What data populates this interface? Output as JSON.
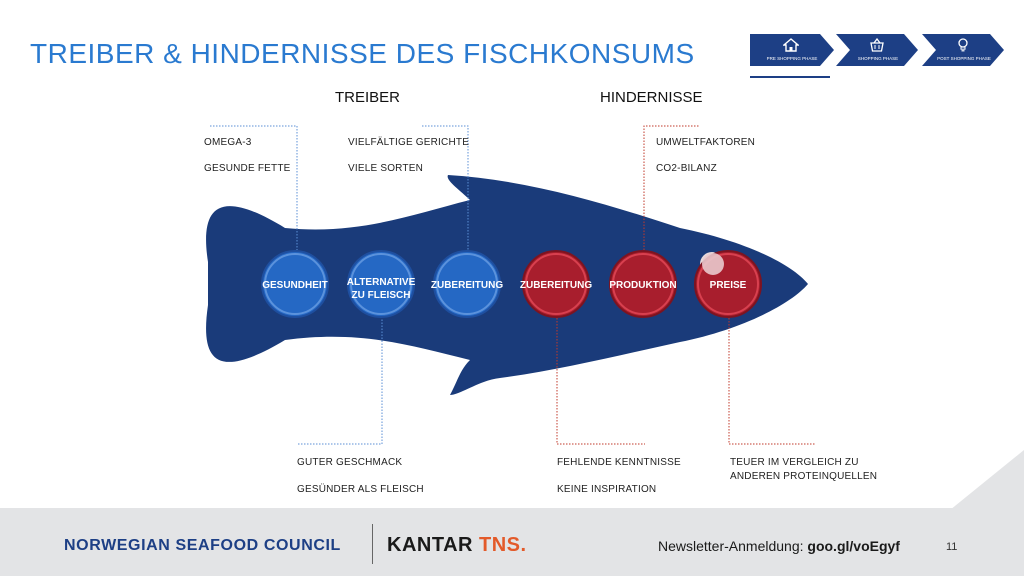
{
  "title": "TREIBER & HINDERNISSE DES FISCHKONSUMS",
  "phases": [
    {
      "label": "PRE SHOPPING PHASE",
      "icon": "house-icon"
    },
    {
      "label": "SHOPPING PHASE",
      "icon": "basket-icon"
    },
    {
      "label": "POST SHOPPING PHASE",
      "icon": "lightbulb-icon"
    }
  ],
  "headers": {
    "drivers": "TREIBER",
    "barriers": "HINDERNISSE"
  },
  "drivers": [
    {
      "circle": "GESUNDHEIT",
      "notes": [
        "OMEGA-3",
        "GESUNDE FETTE"
      ]
    },
    {
      "circle_line1": "ALTERNATIVE",
      "circle_line2": "ZU FLEISCH",
      "notes": [
        "GUTER GESCHMACK",
        "GESÜNDER ALS FLEISCH"
      ]
    },
    {
      "circle": "ZUBEREITUNG",
      "notes": [
        "VIELFÄLTIGE GERICHTE",
        "VIELE SORTEN"
      ]
    }
  ],
  "barriers": [
    {
      "circle": "ZUBEREITUNG",
      "notes": [
        "FEHLENDE KENNTNISSE",
        "KEINE INSPIRATION"
      ]
    },
    {
      "circle": "PRODUKTION",
      "notes": [
        "UMWELTFAKTOREN",
        "CO2-BILANZ"
      ]
    },
    {
      "circle": "PREISE",
      "notes_line1": "TEUER IM VERGLEICH ZU",
      "notes_line2": "ANDEREN PROTEINQUELLEN"
    }
  ],
  "colors": {
    "title": "#2a7ad0",
    "fish": "#1a3b7a",
    "driver": "#2568c4",
    "barrier": "#a81e2d"
  },
  "footer": {
    "brand1": "NORWEGIAN SEAFOOD COUNCIL",
    "brand2a": "KANTAR",
    "brand2b": "TNS.",
    "newsletter_label": "Newsletter-Anmeldung:",
    "newsletter_link": "goo.gl/voEgyf",
    "page": "11"
  }
}
